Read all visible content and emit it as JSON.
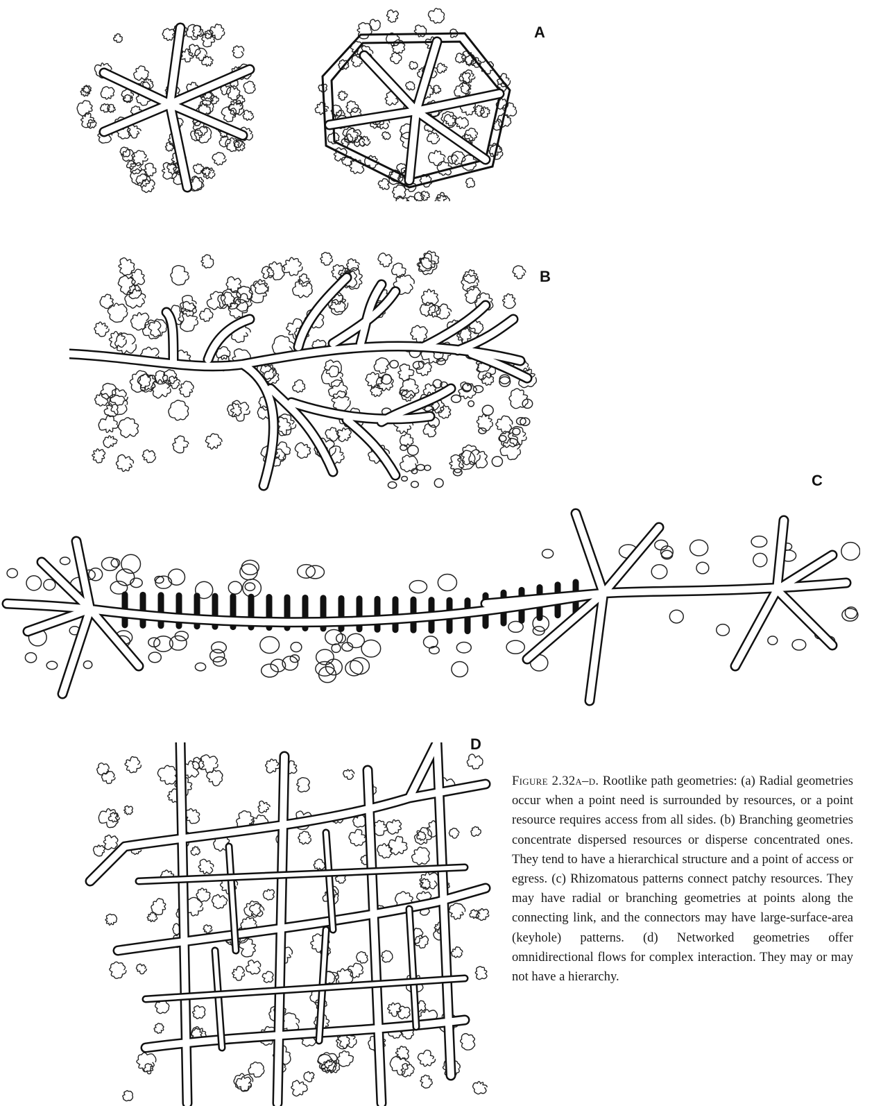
{
  "figure": {
    "labels": {
      "a": "A",
      "b": "B",
      "c": "C",
      "d": "D"
    },
    "caption": {
      "figure_id": "Figure 2.32a–d.",
      "text": "Rootlike path geometries: (a) Radial geometries occur when a point need is surrounded by resources, or a point resource requires access from all sides. (b) Branching geometries concentrate dispersed resources or disperse concentrated ones. They tend to have a hierarchical structure and a point of access or egress. (c) Rhizomatous patterns connect patchy resources. They may have radial or branching geometries at points along the connecting link, and the connectors may have large-surface-area (keyhole) patterns. (d) Networked geometries offer omnidirectional flows for complex interaction. They may or may not have a hierarchy."
    }
  },
  "colors": {
    "ink": "#111111",
    "paper": "#ffffff"
  }
}
